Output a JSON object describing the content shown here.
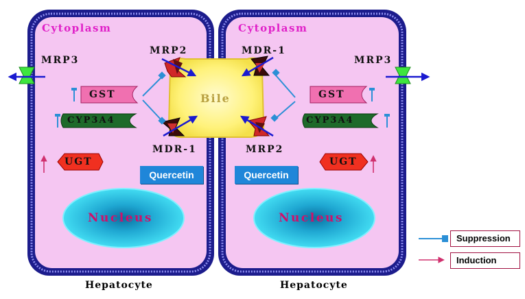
{
  "cells": [
    {
      "cytoplasm": "Cytoplasm",
      "hepatocyte": "Hepatocyte",
      "nucleus": "Nucleus",
      "quercetin": "Quercetin"
    },
    {
      "cytoplasm": "Cytoplasm",
      "hepatocyte": "Hepatocyte",
      "nucleus": "Nucleus",
      "quercetin": "Quercetin"
    }
  ],
  "bile": "Bile",
  "proteins": {
    "mrp3_left": "MRP3",
    "mrp3_right": "MRP3",
    "mrp2_top": "MRP2",
    "mrp2_bottom": "MRP2",
    "mdr1_top": "MDR-1",
    "mdr1_bottom": "MDR-1",
    "gst_left": "GST",
    "gst_right": "GST",
    "cyp3a4_left": "CYP3A4",
    "cyp3a4_right": "CYP3A4",
    "ugt_left": "UGT",
    "ugt_right": "UGT"
  },
  "legend": {
    "suppression": "Suppression",
    "induction": "Induction"
  },
  "colors": {
    "cell_fill": "#f5c6f2",
    "membrane": "#1c1c8c",
    "bile_fill": "#fff68a",
    "nucleus_fill": "#2fc9e8",
    "suppression": "#2b8fd6",
    "induction": "#d0306e",
    "gst_fill": "#f070b0",
    "cyp_fill": "#1e6a2a",
    "ugt_fill": "#f03020",
    "mrp3_fill": "#3ee63e",
    "transport_arrow": "#1a1ad0"
  }
}
